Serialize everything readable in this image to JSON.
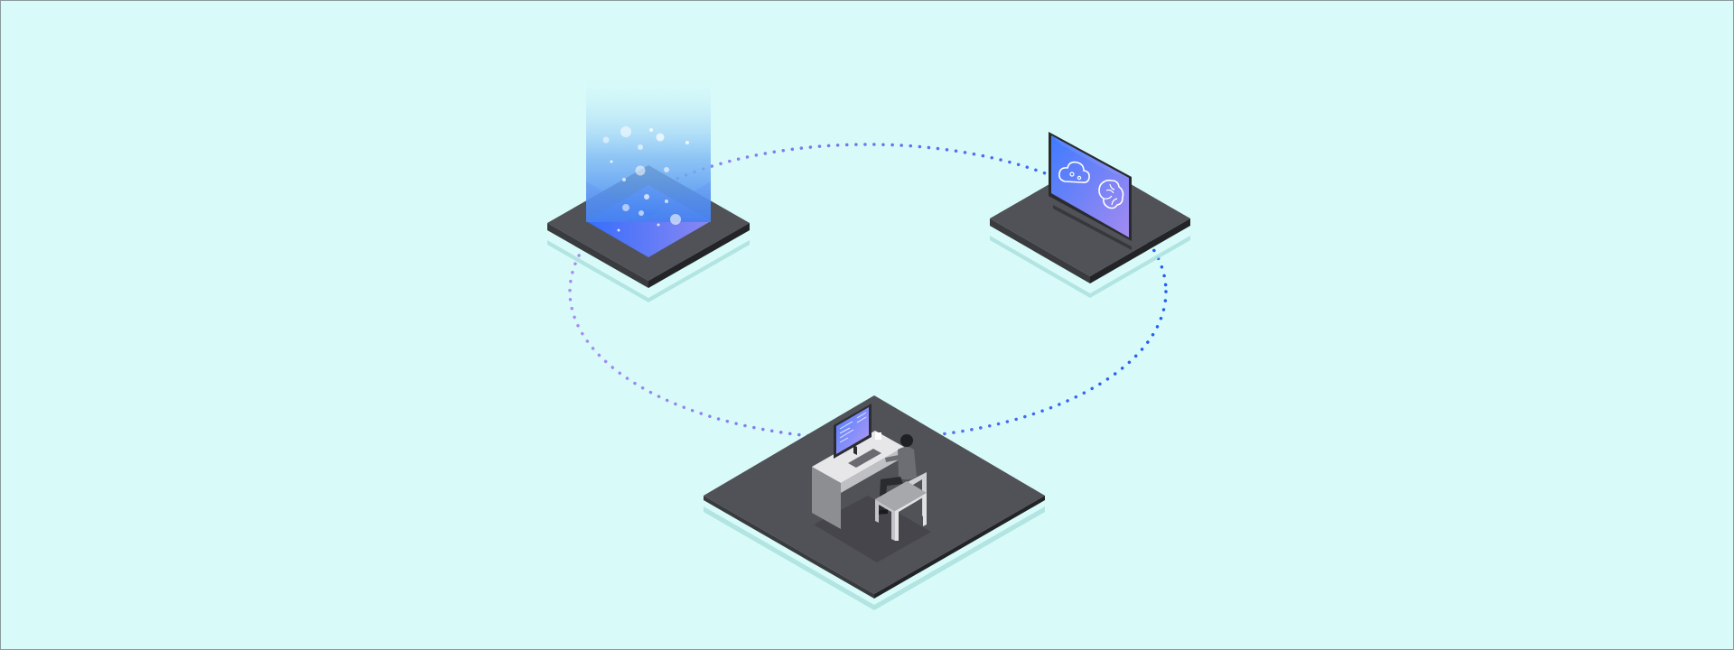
{
  "scene": {
    "background_color": "#d8fbf9",
    "ring_colors": {
      "start": "#a98ef2",
      "end": "#1f5cf5"
    },
    "platforms": [
      {
        "id": "data",
        "icon": "data-beam-icon"
      },
      {
        "id": "ai",
        "icon": "ai-screen-icon"
      },
      {
        "id": "developer",
        "icon": "developer-workstation-icon"
      }
    ],
    "accent_colors": {
      "platform_top": "#505257",
      "platform_edge_left": "#3a3b3f",
      "platform_edge_right": "#232427",
      "blue": "#2f6bff",
      "violet": "#9a86f2"
    }
  }
}
